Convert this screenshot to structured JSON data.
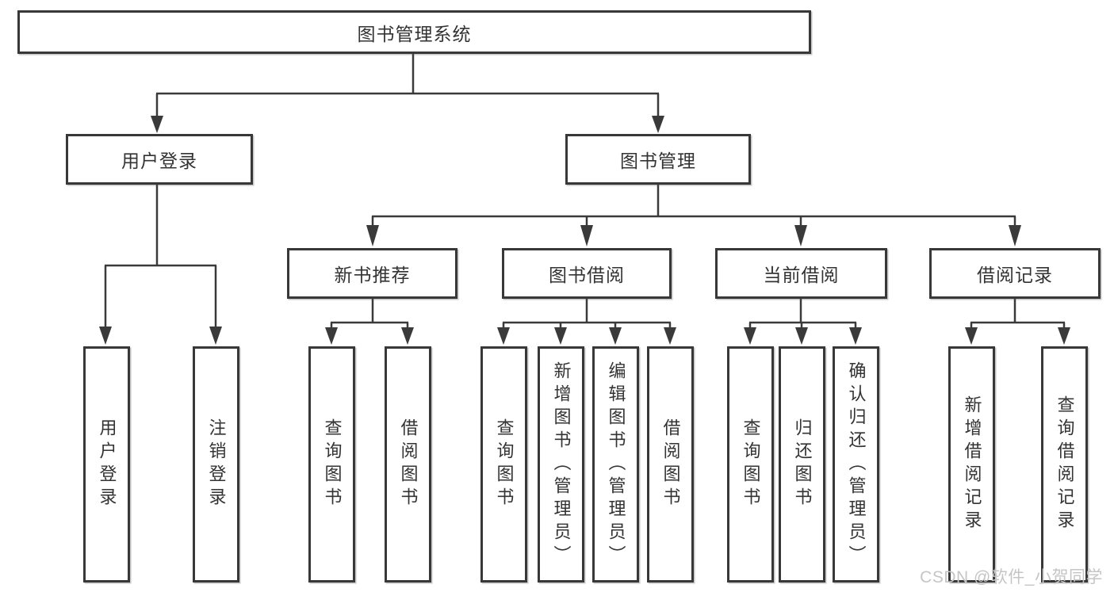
{
  "diagram": {
    "tree": {
      "label": "图书管理系统",
      "children": [
        {
          "label": "用户登录",
          "children": [
            {
              "label": "用户登录"
            },
            {
              "label": "注销登录"
            }
          ]
        },
        {
          "label": "图书管理",
          "children": [
            {
              "label": "新书推荐",
              "children": [
                {
                  "label": "查询图书"
                },
                {
                  "label": "借阅图书"
                }
              ]
            },
            {
              "label": "图书借阅",
              "children": [
                {
                  "label": "查询图书"
                },
                {
                  "label": "新增图书（管理员）"
                },
                {
                  "label": "编辑图书（管理员）"
                },
                {
                  "label": "借阅图书"
                }
              ]
            },
            {
              "label": "当前借阅",
              "children": [
                {
                  "label": "查询图书"
                },
                {
                  "label": "归还图书"
                },
                {
                  "label": "确认归还（管理员）"
                }
              ]
            },
            {
              "label": "借阅记录",
              "children": [
                {
                  "label": "新增借阅记录"
                },
                {
                  "label": "查询借阅记录"
                }
              ]
            }
          ]
        }
      ]
    },
    "watermark": "CSDN @软件_小贺同学",
    "colors": {
      "line": "#3a3a3a",
      "text": "#333333",
      "box_background": "#ffffff",
      "watermark": "#c5c5c6"
    }
  }
}
